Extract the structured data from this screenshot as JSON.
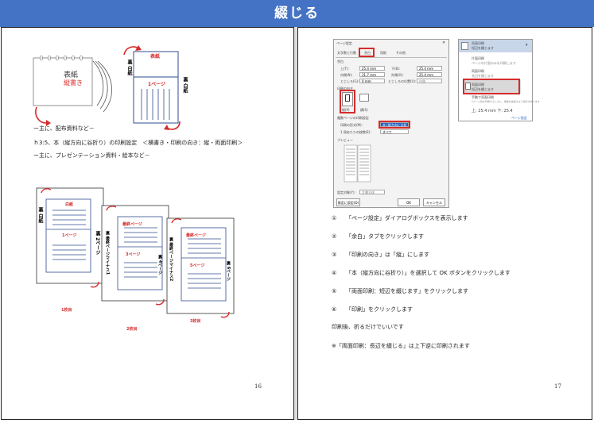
{
  "header": {
    "title": "綴じる"
  },
  "left_page": {
    "page_number": "16",
    "calendar": {
      "title": "表紙",
      "subtitle": "縦書き"
    },
    "booklet": {
      "top_label": "表紙",
      "page_label": "1ページ",
      "back_label_top": "裏",
      "back_label_top2": "白紙",
      "back_label_bottom": "裏",
      "back_label_bottom2": "白紙"
    },
    "notes": [
      "ー主に、配布資料など－",
      "ｈ3:5、本（縦方向に谷折り）の印刷設定　＜横書き・印刷の向き：縦・両面印刷＞",
      "ー主に、プレゼンテーション資料・絵本など－"
    ],
    "sheets": [
      {
        "top": "白紙",
        "page": "1ページ",
        "back_a": "裏",
        "back_b": "白紙",
        "side_a": "裏",
        "side_b": "2ページ",
        "caption": "1枚目"
      },
      {
        "top": "最終ページ",
        "page": "3ページ",
        "side_a": "裏",
        "side_b": "最終ページマイナス1",
        "caption": "2枚目"
      },
      {
        "top": "最終ページ",
        "page": "5ページ",
        "side_a": "裏",
        "side_b": "最終ページマイナス2",
        "side_c": "裏",
        "side_d": "6ページ",
        "side_e": "裏",
        "side_f": "4ページ",
        "caption": "3枚目"
      }
    ]
  },
  "right_page": {
    "page_number": "17",
    "dialog": {
      "title": "ページ設定",
      "tabs": [
        "文字数と行数",
        "余白",
        "用紙",
        "その他"
      ],
      "section_margin": "余白",
      "top_label": "上(T):",
      "top_val": "25.4 mm",
      "bottom_label": "下(B):",
      "bottom_val": "25.4 mm",
      "inner_label": "内側(N):",
      "inner_val": "31.7 mm",
      "outer_label": "外側(O):",
      "outer_val": "25.4 mm",
      "gutter_label": "とじしろ(G):",
      "gutter_val": "0 mm",
      "gutter_pos_label": "とじしろの位置(U):",
      "gutter_pos_val": "内側",
      "section_orient": "印刷の向き",
      "portrait": "縦(P)",
      "landscape": "横(S)",
      "section_pages": "複数ページの印刷設定",
      "pages_label": "印刷の形式(M):",
      "pages_val": "本 (縦方向に谷折り)",
      "sheets_label": "1 冊あたりの枚数(E):",
      "sheets_val": "すべて",
      "section_preview": "プレビュー",
      "apply_label": "設定対象(Y):",
      "apply_val": "文書全体",
      "default_btn": "既定に設定(D)",
      "ok_btn": "OK",
      "cancel_btn": "キャンセル"
    },
    "duplex_menu": {
      "header_title": "両面印刷",
      "header_sub": "短辺を綴じます",
      "opt1_title": "片面印刷",
      "opt1_sub": "ページの片面のみを印刷します",
      "opt2_title": "両面印刷",
      "opt2_sub": "長辺を綴じます",
      "opt3_title": "両面印刷",
      "opt3_sub": "短辺を綴じます",
      "opt4_title": "手動で両面印刷",
      "opt4_sub": "2ページ目を印刷するときに、用紙を裏返すよう指示があります",
      "margin_text": "上: 25.4 mm 下: 25.4",
      "setup_link": "ページ設定"
    },
    "steps": [
      {
        "num": "①",
        "text": "「ページ設定」ダイアログボックスを表示します"
      },
      {
        "num": "②",
        "text": "「余白」タブをクリックします"
      },
      {
        "num": "③",
        "text": "「印刷の向き」は「縦」にします"
      },
      {
        "num": "④",
        "text": "「本（縦方向に谷折り）」を選択して OK ボタンをクリックします"
      },
      {
        "num": "⑤",
        "text": "「両面印刷：短辺を綴じます」をクリックします"
      },
      {
        "num": "⑥",
        "text": "「印刷」をクリックします"
      }
    ],
    "footer_notes": [
      "印刷後、折るだけでいいです",
      "※「両面印刷：長辺を綴じる」は上下逆に印刷されます"
    ]
  },
  "colors": {
    "header_bg": "#4472c4",
    "accent_red": "#d62b2b",
    "line_blue": "#2f4b8f"
  }
}
